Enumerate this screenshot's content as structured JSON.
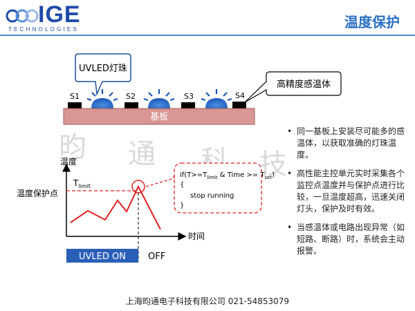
{
  "header": {
    "logo_text": "IGE",
    "logo_subtext": "TECHNOLOGIES",
    "slide_title": "温度保护",
    "colors": {
      "accent": "#1e4aa8",
      "title": "#2a6fc4"
    }
  },
  "diagram": {
    "callout_uvled": "UVLED灯珠",
    "callout_sensor": "高精度感温体",
    "substrate_label": "基板",
    "sensors": [
      "S1",
      "S2",
      "S3",
      "S4"
    ]
  },
  "chart": {
    "y_axis_label": "温度",
    "protection_point_label": "温度保护点",
    "t_limit_main": "T",
    "t_limit_sub": "limit",
    "x_axis_label": "时间",
    "uvled_on_label": "UVLED ON",
    "off_label": "OFF",
    "code": {
      "line1_a": "if(T>=T",
      "line1_sub1": "limit",
      "line1_b": " & Time >= T",
      "line1_sub2": "set",
      "line1_c": ")",
      "line2": "{",
      "line3": "stop running",
      "line4": "}"
    }
  },
  "watermark": [
    "昀",
    "通",
    "科",
    "技"
  ],
  "bullets": [
    "同一基板上安装尽可能多的感温体，以获取准确的灯珠温度。",
    "高性能主控单元实时采集各个监控点温度并与保护点进行比较，一旦温度超高，迅速关闭灯头，保护及时有效。",
    "当感温体或电路出现异常（如短路、断路）时，系统会主动报警。"
  ],
  "footer": "上海昀通电子科技有限公司 021-54853079"
}
